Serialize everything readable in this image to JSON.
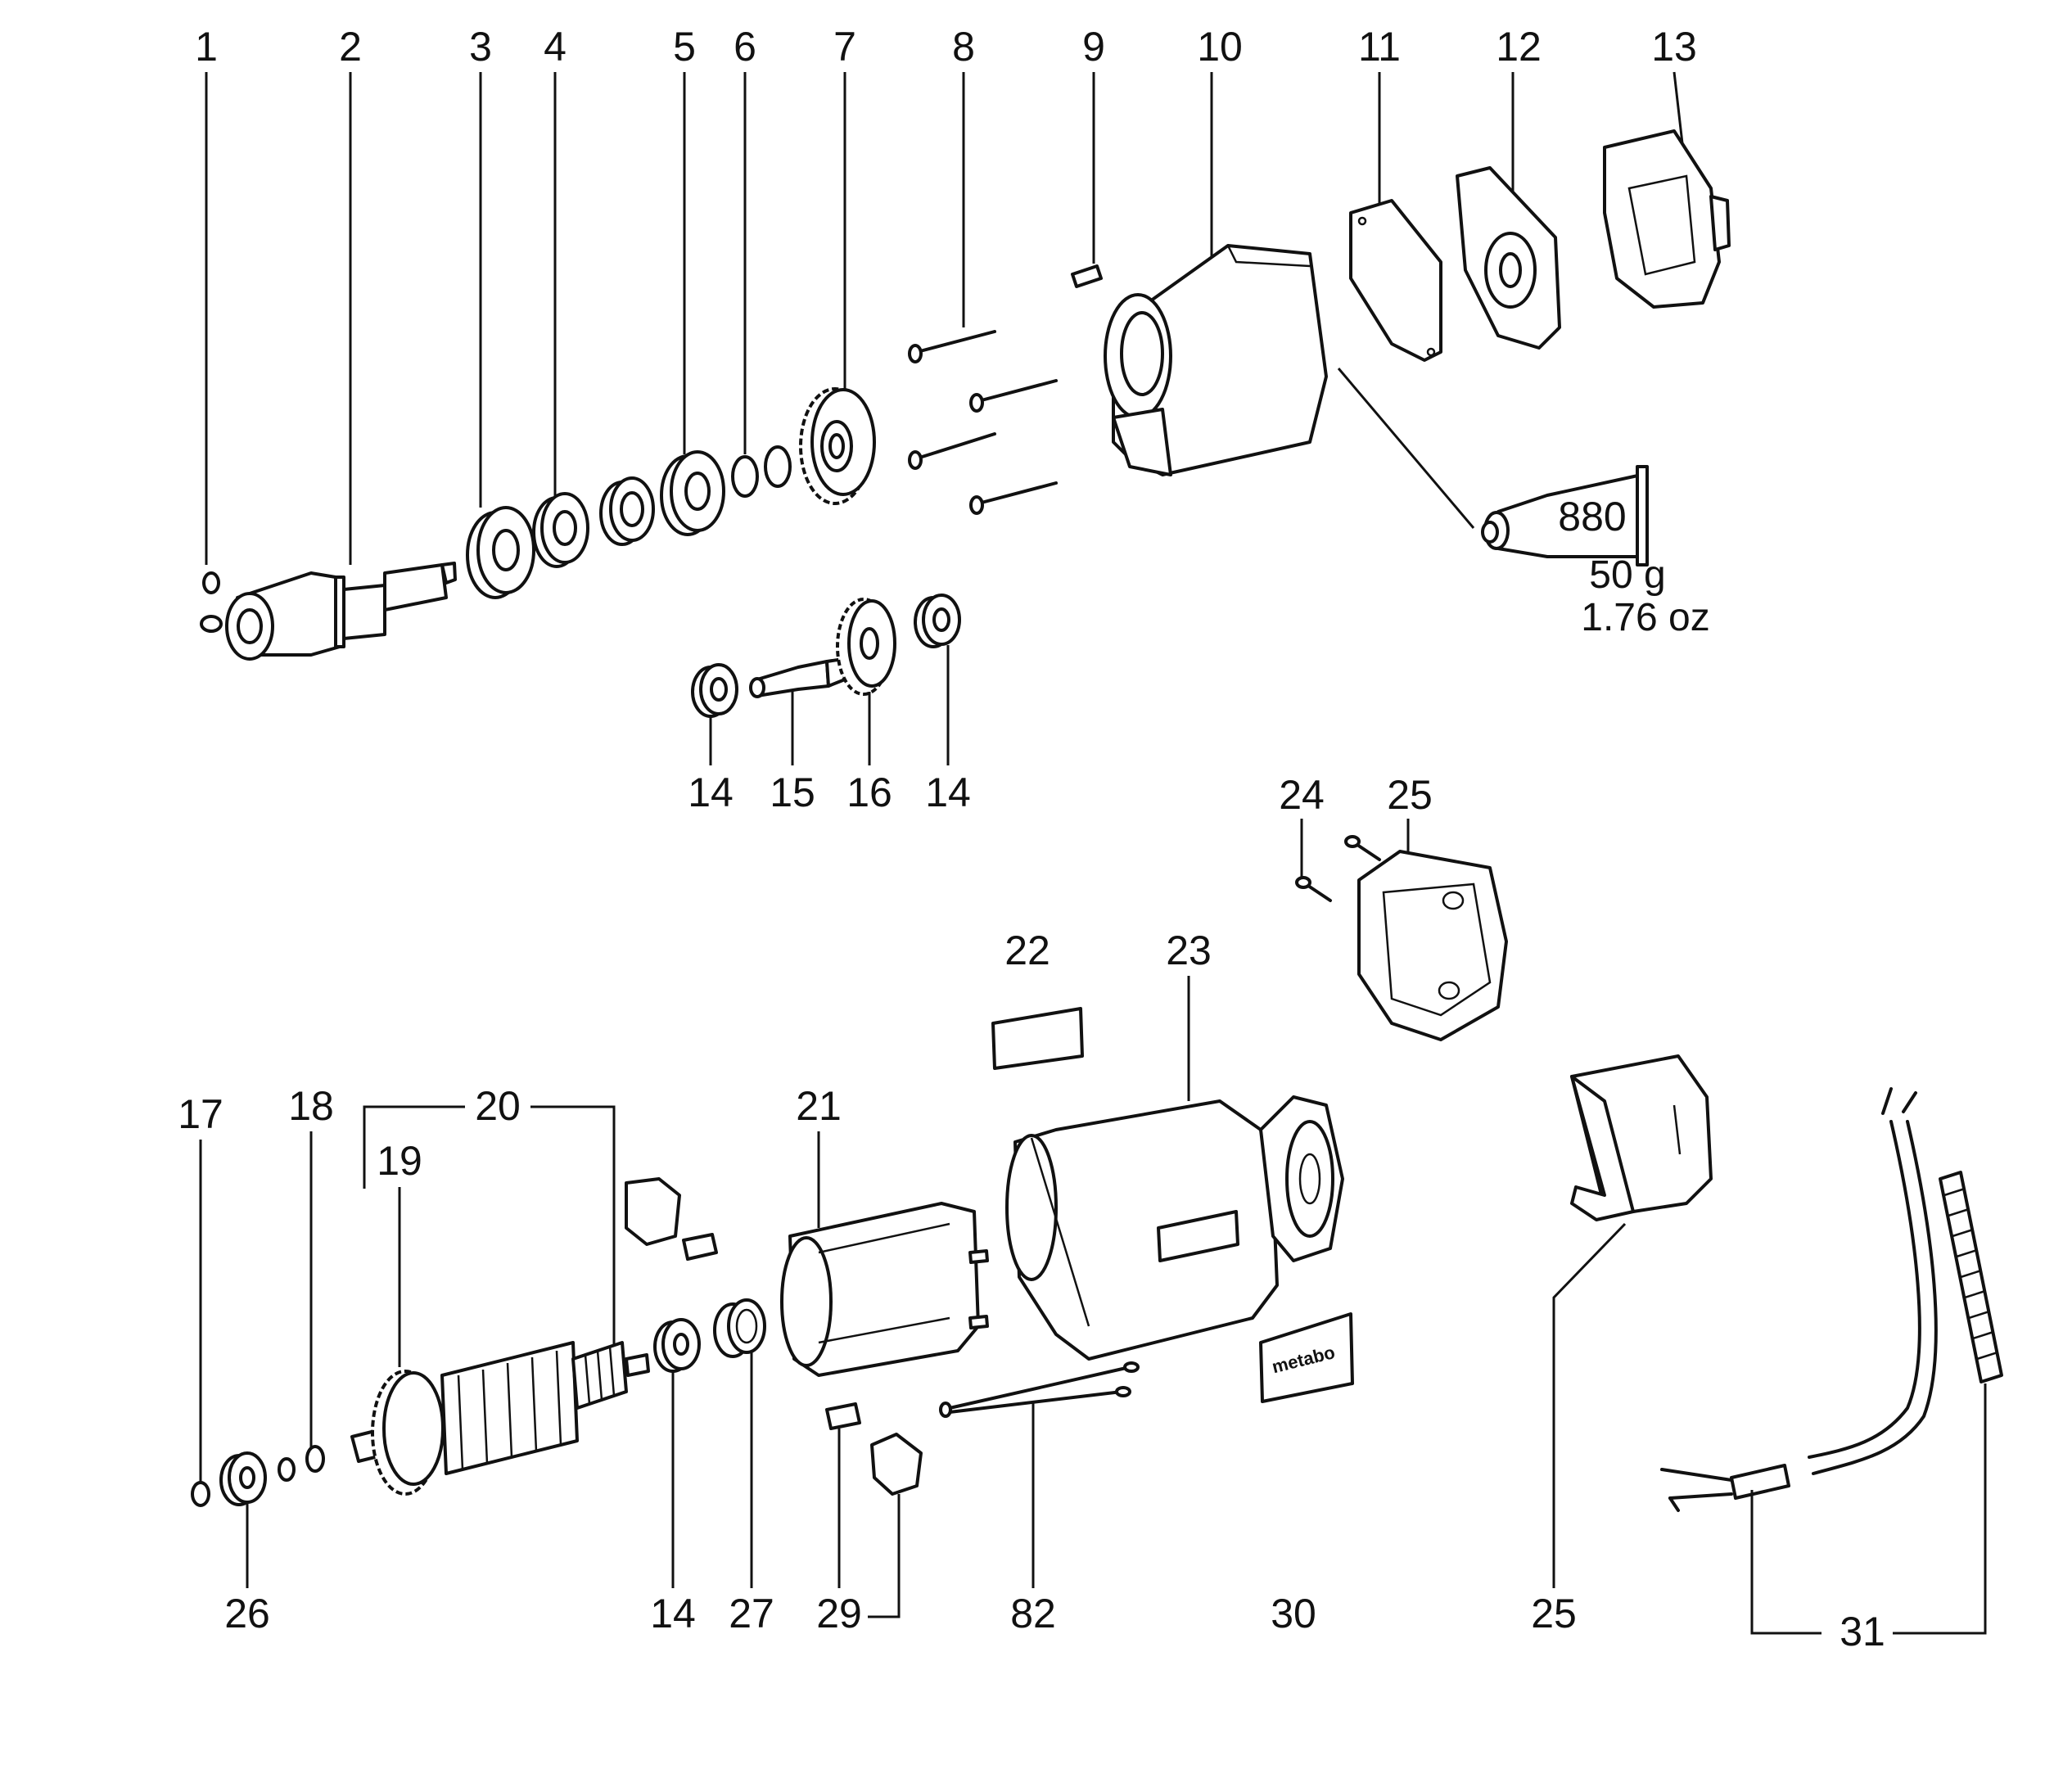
{
  "labels": {
    "n1": "1",
    "n2": "2",
    "n3": "3",
    "n4": "4",
    "n5": "5",
    "n6": "6",
    "n7": "7",
    "n8": "8",
    "n9": "9",
    "n10": "10",
    "n11": "11",
    "n12": "12",
    "n13": "13",
    "n14a": "14",
    "n15": "15",
    "n16": "16",
    "n14b": "14",
    "n24": "24",
    "n25a": "25",
    "n22": "22",
    "n23": "23",
    "n17": "17",
    "n18": "18",
    "n20": "20",
    "n19": "19",
    "n21": "21",
    "n26": "26",
    "n14c": "14",
    "n27": "27",
    "n29": "29",
    "n82": "82",
    "n30": "30",
    "n25b": "25",
    "n31": "31"
  },
  "grease": {
    "code": "880",
    "weight_metric": "50 g",
    "weight_imperial": "1.76 oz"
  },
  "brand_plate": {
    "text": "metabo"
  }
}
